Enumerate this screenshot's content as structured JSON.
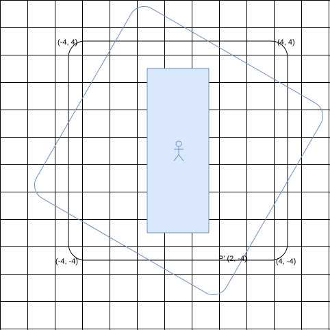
{
  "grid": {
    "columns": 12,
    "rows": 12,
    "line_color": "#000000",
    "background": "#ffffff"
  },
  "corner_labels": {
    "top_left": "(-4, 4)",
    "top_right": "(4, 4)",
    "bottom_left": "(-4, -4)",
    "bottom_right": "(4, -4)"
  },
  "point_label": "P' (2, -4)",
  "shapes": {
    "square": {
      "stroke": "#000000"
    },
    "rotated_square": {
      "stroke": "#6c8ebf"
    },
    "rectangle": {
      "fill": "#dae8fc",
      "stroke": "#6c8ebf"
    },
    "actor": {
      "icon": "person-icon",
      "stroke": "#6c8ebf"
    }
  }
}
